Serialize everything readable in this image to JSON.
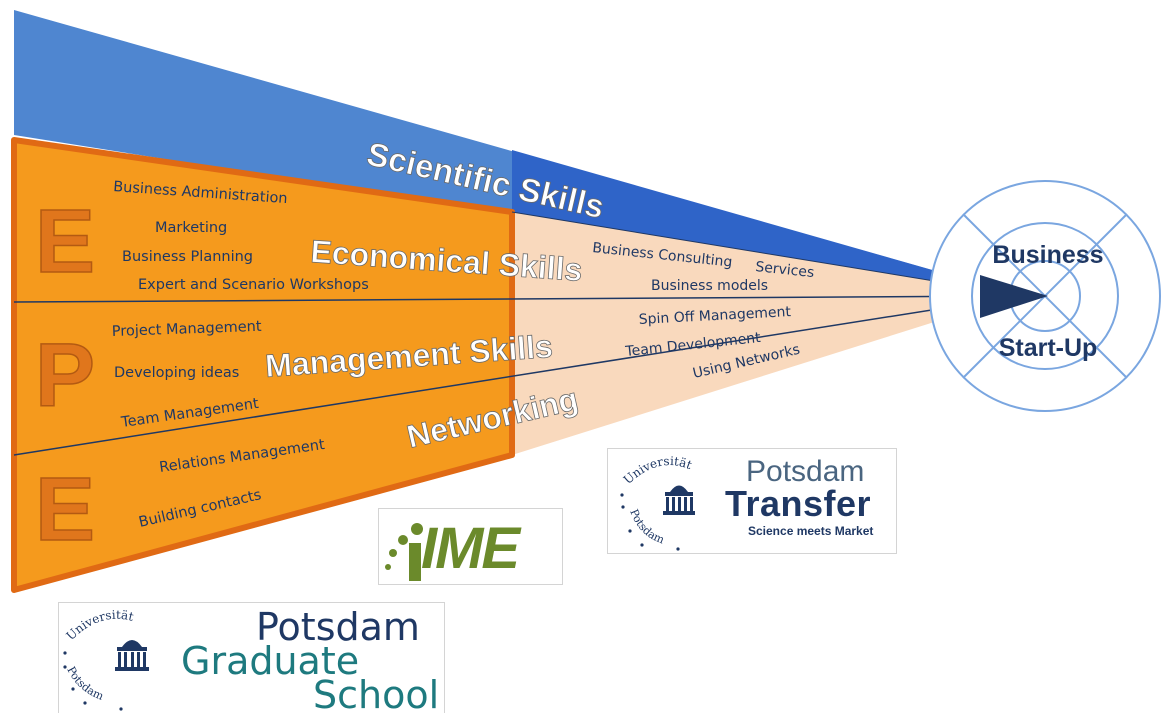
{
  "colors": {
    "blue": "#4f86d0",
    "blue_dark": "#2f64c8",
    "orange": "#f59a1d",
    "orange_border": "#e06a14",
    "peach": "#f9d9bd",
    "navy": "#1f3864",
    "letter": "#e0761c",
    "teal": "#1e7a7f",
    "olive": "#6b8a2b",
    "slate": "#4a6580"
  },
  "diagram": {
    "band_titles": {
      "scientific": "Scientific Skills",
      "economical": "Economical Skills",
      "management": "Management Skills",
      "networking": "Networking"
    },
    "letters": [
      "E",
      "P",
      "E"
    ],
    "economical_items": [
      "Business Administration",
      "Marketing",
      "Business Planning",
      "Expert and Scenario Workshops"
    ],
    "management_items": [
      "Project Management",
      "Developing ideas",
      "Team Management"
    ],
    "networking_items": [
      "Relations Management",
      "Building contacts"
    ],
    "support_items": {
      "business_consulting": "Business Consulting",
      "services": "Services",
      "business_models": "Business models",
      "spin_off": "Spin Off Management",
      "team_development": "Team Development",
      "using_networks": "Using Networks"
    },
    "target": {
      "line1": "Business",
      "line2": "Start-Up"
    }
  },
  "logos": {
    "transfer": {
      "seal_top": "Universität",
      "seal_bottom": "Potsdam",
      "title": "Potsdam",
      "name": "Transfer",
      "tagline": "Science meets Market"
    },
    "ime": {
      "name": "IME"
    },
    "graduate": {
      "seal_top": "Universität",
      "seal_bottom": "Potsdam",
      "line1": "Potsdam",
      "line2": "Graduate",
      "line3": "School"
    }
  }
}
